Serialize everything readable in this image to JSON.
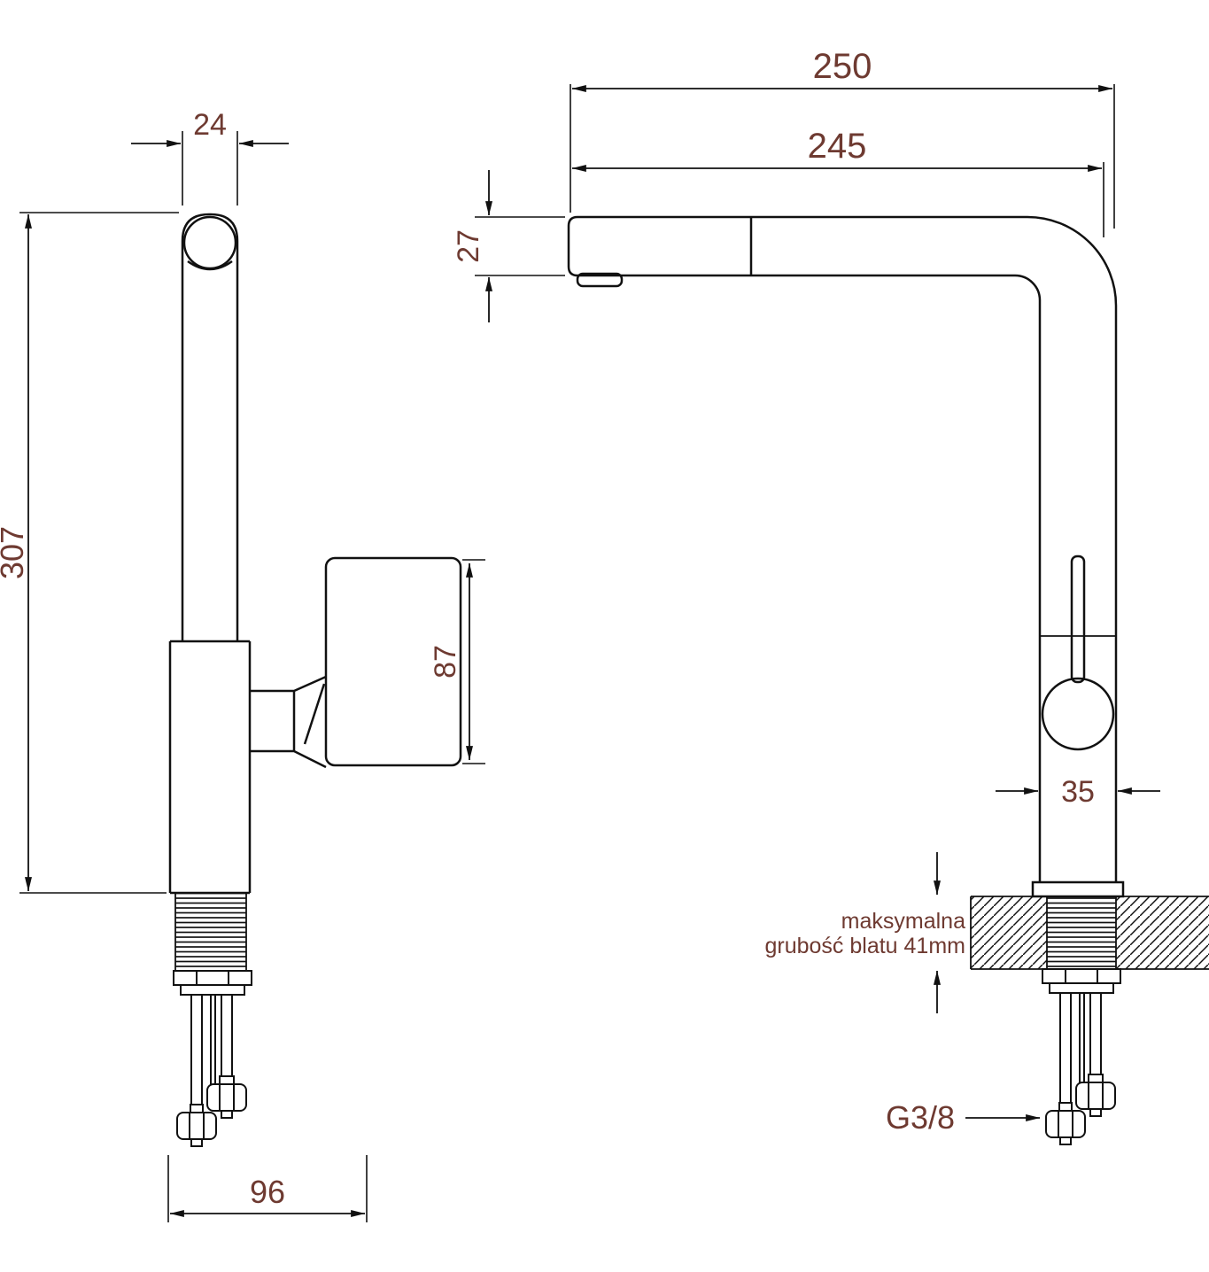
{
  "drawing": {
    "title": "kitchen-faucet-technical-drawing",
    "side_view": {
      "dim_spout_width": "24",
      "dim_total_height": "307",
      "dim_handle_length": "87",
      "dim_base_depth": "96"
    },
    "front_view": {
      "dim_total_reach": "250",
      "dim_spout_reach": "245",
      "dim_spout_height": "27",
      "dim_body_width": "35",
      "counter_note_line1": "maksymalna",
      "counter_note_line2": "grubość blatu 41mm",
      "thread_label": "G3/8"
    },
    "colors": {
      "line": "#111111",
      "dim_text": "#6e3a31",
      "background": "#ffffff"
    }
  }
}
